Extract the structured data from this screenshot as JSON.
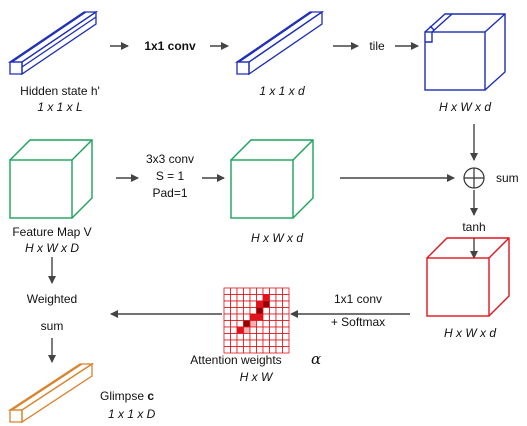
{
  "colors": {
    "blue": "#1c2db7",
    "green": "#1aa35a",
    "red": "#e0141c",
    "orange": "#d9822b",
    "arrow": "#444444"
  },
  "top_row": {
    "hidden_label": "Hidden state h'",
    "hidden_dim": "1 x 1 x L",
    "conv_label": "1x1 conv",
    "mid_dim": "1 x 1 x d",
    "tile_label": "tile",
    "tiled_dim": "H x W x d"
  },
  "middle_row": {
    "feature_label": "Feature Map V",
    "feature_dim": "H x W x D",
    "conv_line1": "3x3 conv",
    "conv_line2": "S = 1",
    "conv_line3": "Pad=1",
    "conv_out_dim": "H x W x d",
    "sum_label": "sum",
    "tanh_label": "tanh"
  },
  "bottom_row": {
    "softmax_line1": "1x1 conv",
    "softmax_line2": "+ Softmax",
    "tanh_out_dim": "H x W x d",
    "attention_label": "Attention weights",
    "attention_symbol": "α",
    "attention_dim": "H x W",
    "weighted_line1": "Weighted",
    "weighted_line2": "sum",
    "glimpse_label": "Glimpse ",
    "glimpse_bold": "c",
    "glimpse_dim": "1 x 1 x D"
  },
  "attention_map": {
    "grid_size": 10,
    "highlight_cells": [
      {
        "row": 1,
        "col": 6,
        "level": 2
      },
      {
        "row": 2,
        "col": 5,
        "level": 2
      },
      {
        "row": 2,
        "col": 6,
        "level": 3
      },
      {
        "row": 3,
        "col": 5,
        "level": 3
      },
      {
        "row": 4,
        "col": 4,
        "level": 2
      },
      {
        "row": 4,
        "col": 5,
        "level": 2
      },
      {
        "row": 5,
        "col": 3,
        "level": 3
      },
      {
        "row": 5,
        "col": 4,
        "level": 1
      },
      {
        "row": 6,
        "col": 2,
        "level": 2
      },
      {
        "row": 6,
        "col": 3,
        "level": 1
      }
    ],
    "level_colors": [
      "#ffffff",
      "#f7b3b3",
      "#e0141c",
      "#8b0000"
    ]
  }
}
